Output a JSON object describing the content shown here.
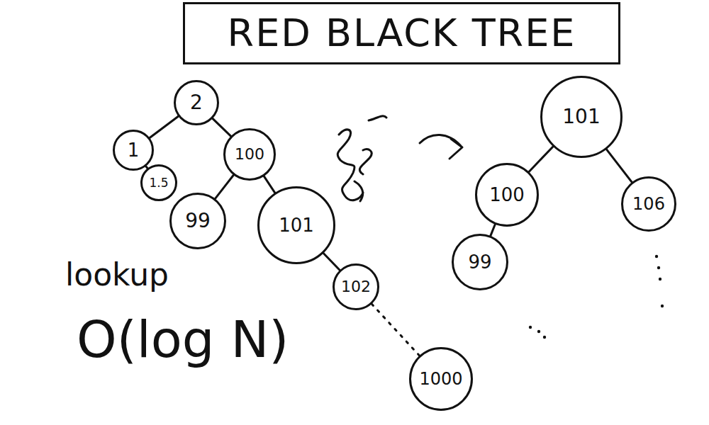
{
  "diagram": {
    "nodes": [
      {
        "text": [
          "RED BLACK TREE"
        ]
      },
      {
        "text": [
          "2"
        ]
      },
      {
        "text": [
          "1"
        ]
      },
      {
        "text": [
          "100"
        ]
      },
      {
        "text": [
          "1.5"
        ]
      },
      {
        "text": [
          "99"
        ]
      },
      {
        "text": [
          "101"
        ]
      },
      {
        "text": [
          "102"
        ]
      },
      {
        "text": [
          "1000"
        ]
      },
      {
        "text": [
          "101"
        ]
      },
      {
        "text": [
          "100"
        ]
      },
      {
        "text": [
          "106"
        ]
      },
      {
        "text": [
          "99"
        ]
      }
    ],
    "edges": [
      {
        "from": 1,
        "to": 2,
        "arrow": "none"
      },
      {
        "from": 1,
        "to": 3,
        "arrow": "none"
      },
      {
        "from": 2,
        "to": 4,
        "arrow": "none"
      },
      {
        "from": 3,
        "to": 5,
        "arrow": "none"
      },
      {
        "from": 3,
        "to": 6,
        "arrow": "none"
      },
      {
        "from": 6,
        "to": 7,
        "arrow": "none"
      },
      {
        "from": 7,
        "to": 8,
        "arrow": "none"
      },
      {
        "from": 9,
        "to": 10,
        "arrow": "none"
      },
      {
        "from": 9,
        "to": 11,
        "arrow": "none"
      },
      {
        "from": 10,
        "to": 12,
        "arrow": "none"
      }
    ],
    "labels": [
      "lookup",
      "O(log N)"
    ]
  }
}
